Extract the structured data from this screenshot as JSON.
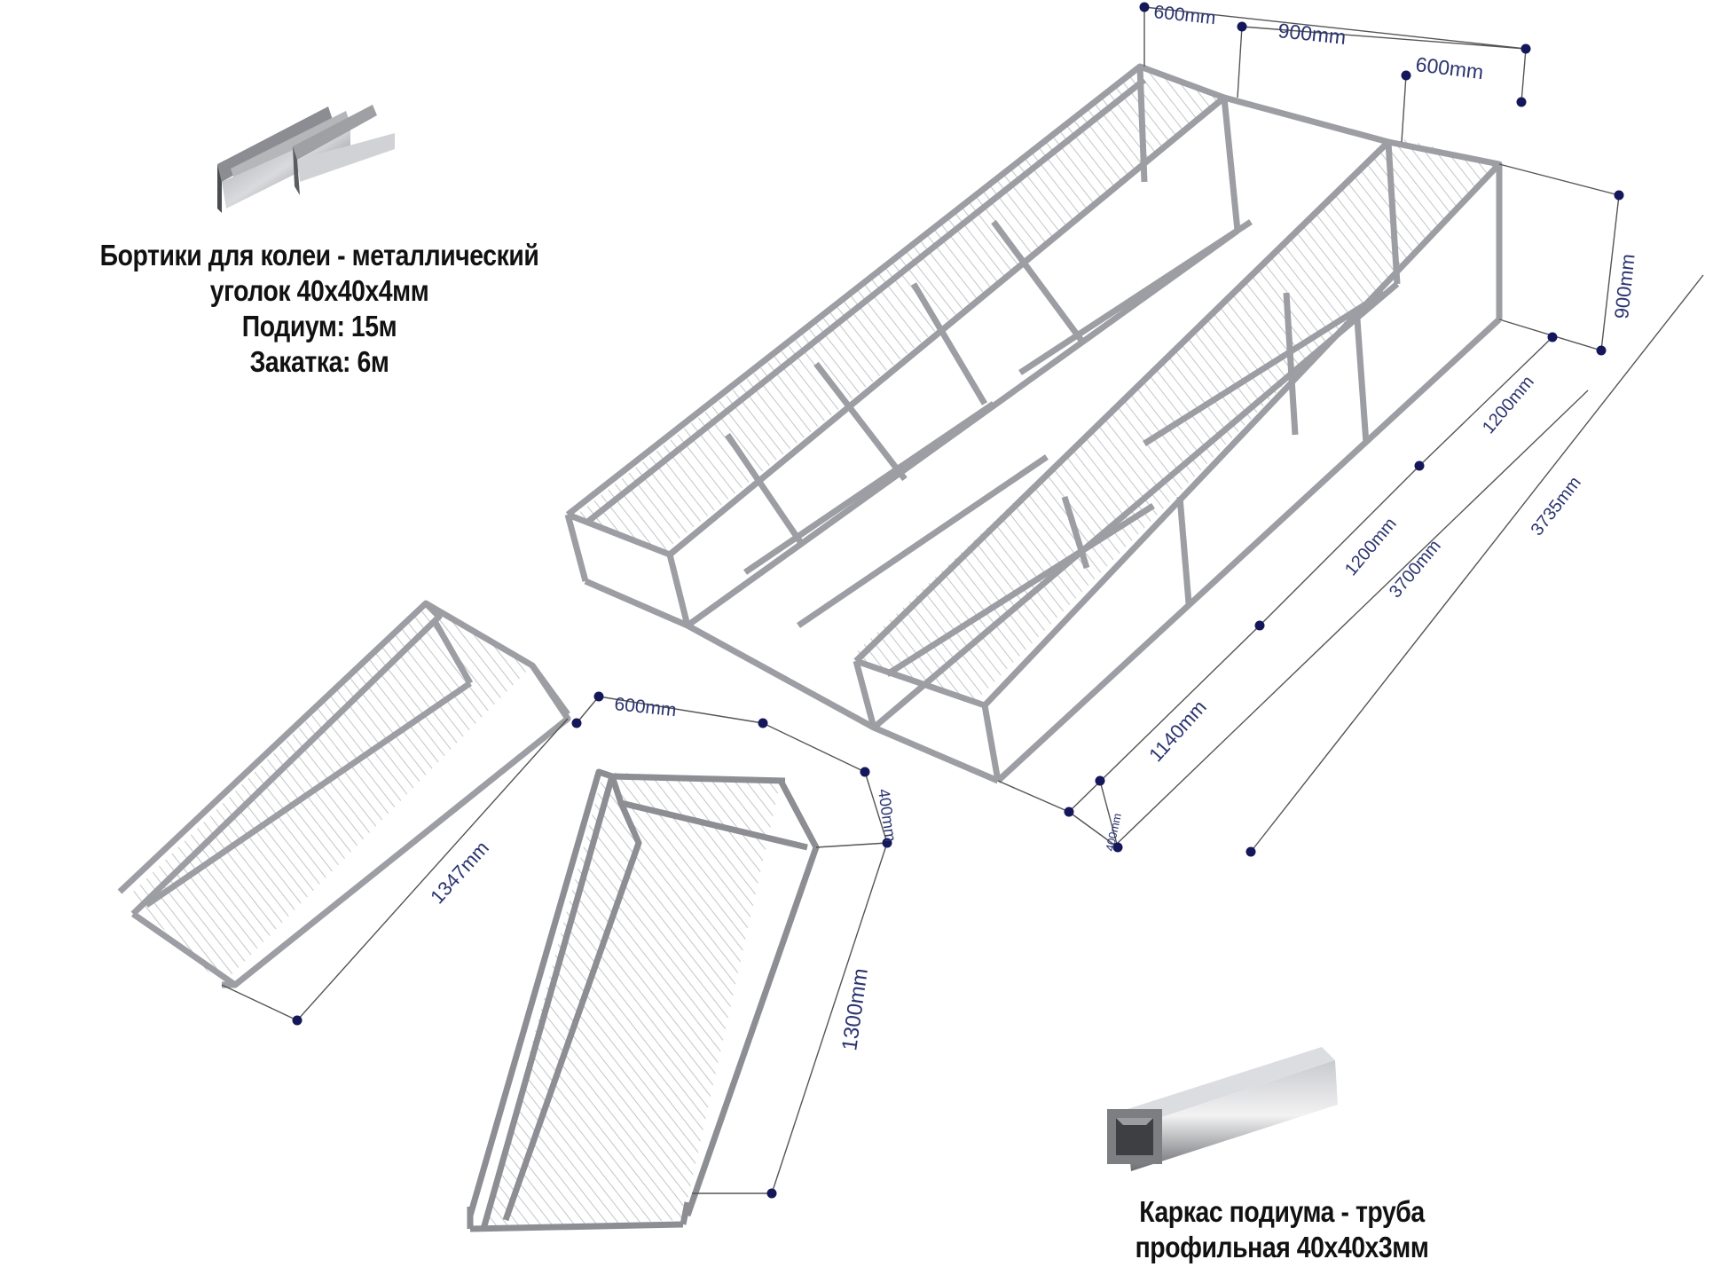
{
  "captions": {
    "angle": {
      "line1": "Бортики для колеи - металлический",
      "line2": "уголок 40х40х4мм",
      "line3": "Подиум: 15м",
      "line4": "Закатка: 6м"
    },
    "pipe": {
      "line1": "Каркас подиума - труба",
      "line2": "профильная 40х40х3мм"
    }
  },
  "dimensions": {
    "top_left": "600mm",
    "top_middle": "900mm",
    "top_right": "600mm",
    "height": "900mm",
    "section_a": "1200mm",
    "section_b": "1200mm",
    "inner_length": "3700mm",
    "outer_length": "3735mm",
    "front_section": "1140mm",
    "front_edge": "400mm",
    "ramp_a_length": "1347mm",
    "ramp_b_width": "600mm",
    "ramp_b_height": "400mm",
    "ramp_b_length": "1300mm"
  },
  "colors": {
    "frame": "#a9aaae",
    "frame_dark": "#6b6d73",
    "dimension_line": "#555555",
    "dimension_dot": "#14175a",
    "dimension_text": "#2b3470"
  }
}
